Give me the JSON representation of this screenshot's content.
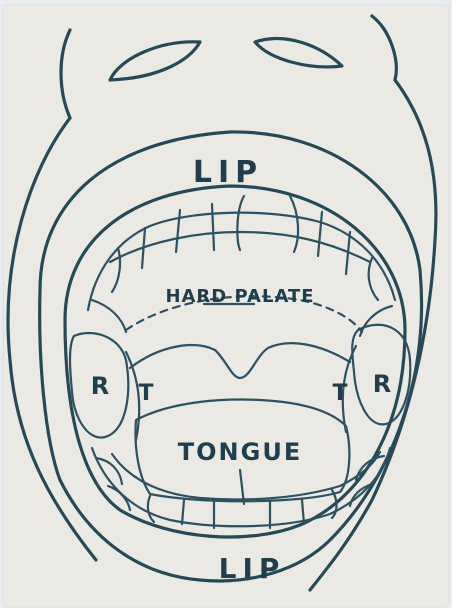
{
  "labels": {
    "lip_top": "LIP",
    "lip_bottom": "LIP",
    "hard_palate": "HARD PALATE",
    "tongue": "TONGUE",
    "tonsil_left_R": "R",
    "tonsil_left_T": "T",
    "tonsil_right_T": "T",
    "tonsil_right_R": "R"
  },
  "colors": {
    "ink": "#244a58",
    "paper": "#ebe9e3",
    "hatch": "#2f5868"
  }
}
